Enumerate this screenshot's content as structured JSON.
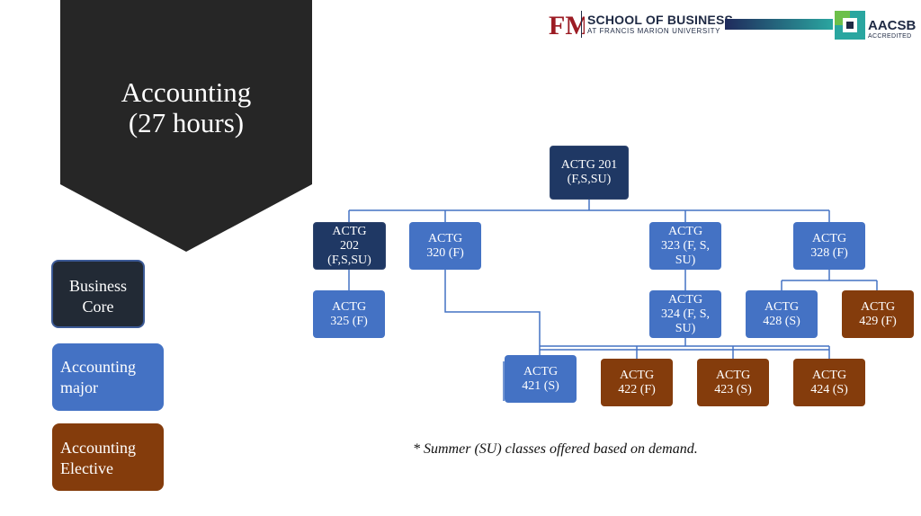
{
  "banner": {
    "title_line1": "Accounting",
    "title_line2": "(27 hours)"
  },
  "legend": {
    "core": [
      "Business",
      "Core"
    ],
    "major": [
      "Accounting",
      "major"
    ],
    "elective": [
      "Accounting",
      "Elective"
    ]
  },
  "courses": {
    "actg201": [
      "ACTG 201",
      "(F,S,SU)"
    ],
    "actg202": [
      "ACTG",
      "202",
      "(F,S,SU)"
    ],
    "actg320": [
      "ACTG",
      "320 (F)"
    ],
    "actg323": [
      "ACTG",
      "323 (F, S,",
      "SU)"
    ],
    "actg328": [
      "ACTG",
      "328 (F)"
    ],
    "actg325": [
      "ACTG",
      "325 (F)"
    ],
    "actg324": [
      "ACTG",
      "324 (F, S,",
      "SU)"
    ],
    "actg428": [
      "ACTG",
      "428 (S)"
    ],
    "actg429": [
      "ACTG",
      "429 (F)"
    ],
    "actg421": [
      "ACTG",
      "421 (S)"
    ],
    "actg422": [
      "ACTG",
      "422 (F)"
    ],
    "actg423": [
      "ACTG",
      "423 (S)"
    ],
    "actg424": [
      "ACTG",
      "424 (S)"
    ]
  },
  "footnote": "* Summer (SU) classes offered based on demand.",
  "header": {
    "logo_letters": "FM",
    "school_name": "SCHOOL OF BUSINESS",
    "school_sub": "AT FRANCIS MARION UNIVERSITY",
    "accreditor": "AACSB",
    "accreditor_sub": "ACCREDITED"
  },
  "colors": {
    "core": "#1f3864",
    "major": "#4472c4",
    "elective": "#843c0c",
    "banner": "#262626"
  }
}
